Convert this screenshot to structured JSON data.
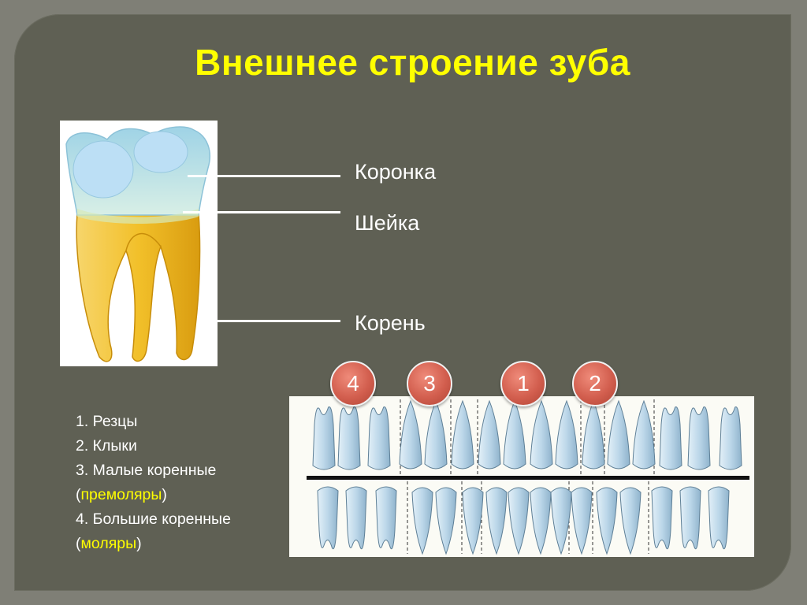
{
  "slide": {
    "title": "Внешнее строение зуба"
  },
  "tooth_labels": [
    {
      "text": "Коронка"
    },
    {
      "text": "Шейка"
    },
    {
      "text": "Корень"
    }
  ],
  "badges": [
    "4",
    "3",
    "1",
    "2"
  ],
  "legend": {
    "item1": "1. Резцы",
    "item2": "2. Клыки",
    "item3": "3. Малые коренные",
    "item3_paren_open": "(",
    "item3_highlight": "премоляры",
    "item3_paren_close": ")",
    "item4": "4. Большие коренные",
    "item4_paren_open": "(",
    "item4_highlight": "моляры",
    "item4_paren_close": ")"
  },
  "colors": {
    "title": "#ffff00",
    "highlight": "#ffff00",
    "panel": "#5f6054",
    "badge": "#d25e4e",
    "crown": "#bfe3f2",
    "root": "#f3c33a"
  }
}
